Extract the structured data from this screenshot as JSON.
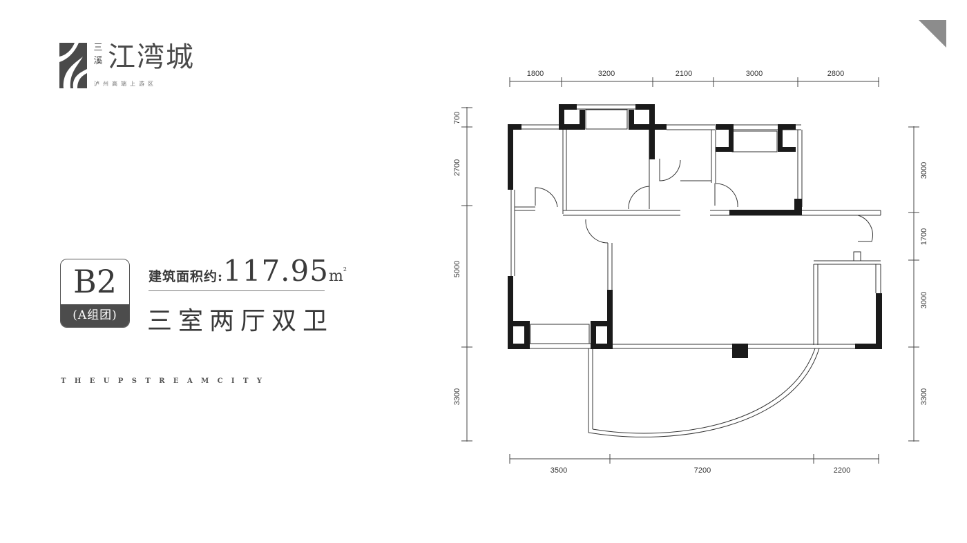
{
  "brand": {
    "prefix": [
      "三",
      "溪"
    ],
    "name": "江湾城",
    "tagline": "泸州高端上游区"
  },
  "unit": {
    "code": "B2",
    "group": "(A组团)",
    "area_label": "建筑面积约:",
    "area_value": "117.95",
    "area_unit": "m",
    "area_sup": "2",
    "layout": "三室两厅双卫",
    "english": "THEUPSTREAMCITY"
  },
  "dimensions": {
    "top": [
      "1800",
      "3200",
      "2100",
      "3000",
      "2800"
    ],
    "bottom": [
      "3500",
      "7200",
      "2200"
    ],
    "left": [
      "700",
      "2700",
      "5000",
      "3300"
    ],
    "right": [
      "3000",
      "1700",
      "3000",
      "3300"
    ]
  },
  "colors": {
    "wall": "#1a1a1a",
    "line": "#444444",
    "badge_fill": "#4c4c4c",
    "corner": "#8c8c8c"
  }
}
